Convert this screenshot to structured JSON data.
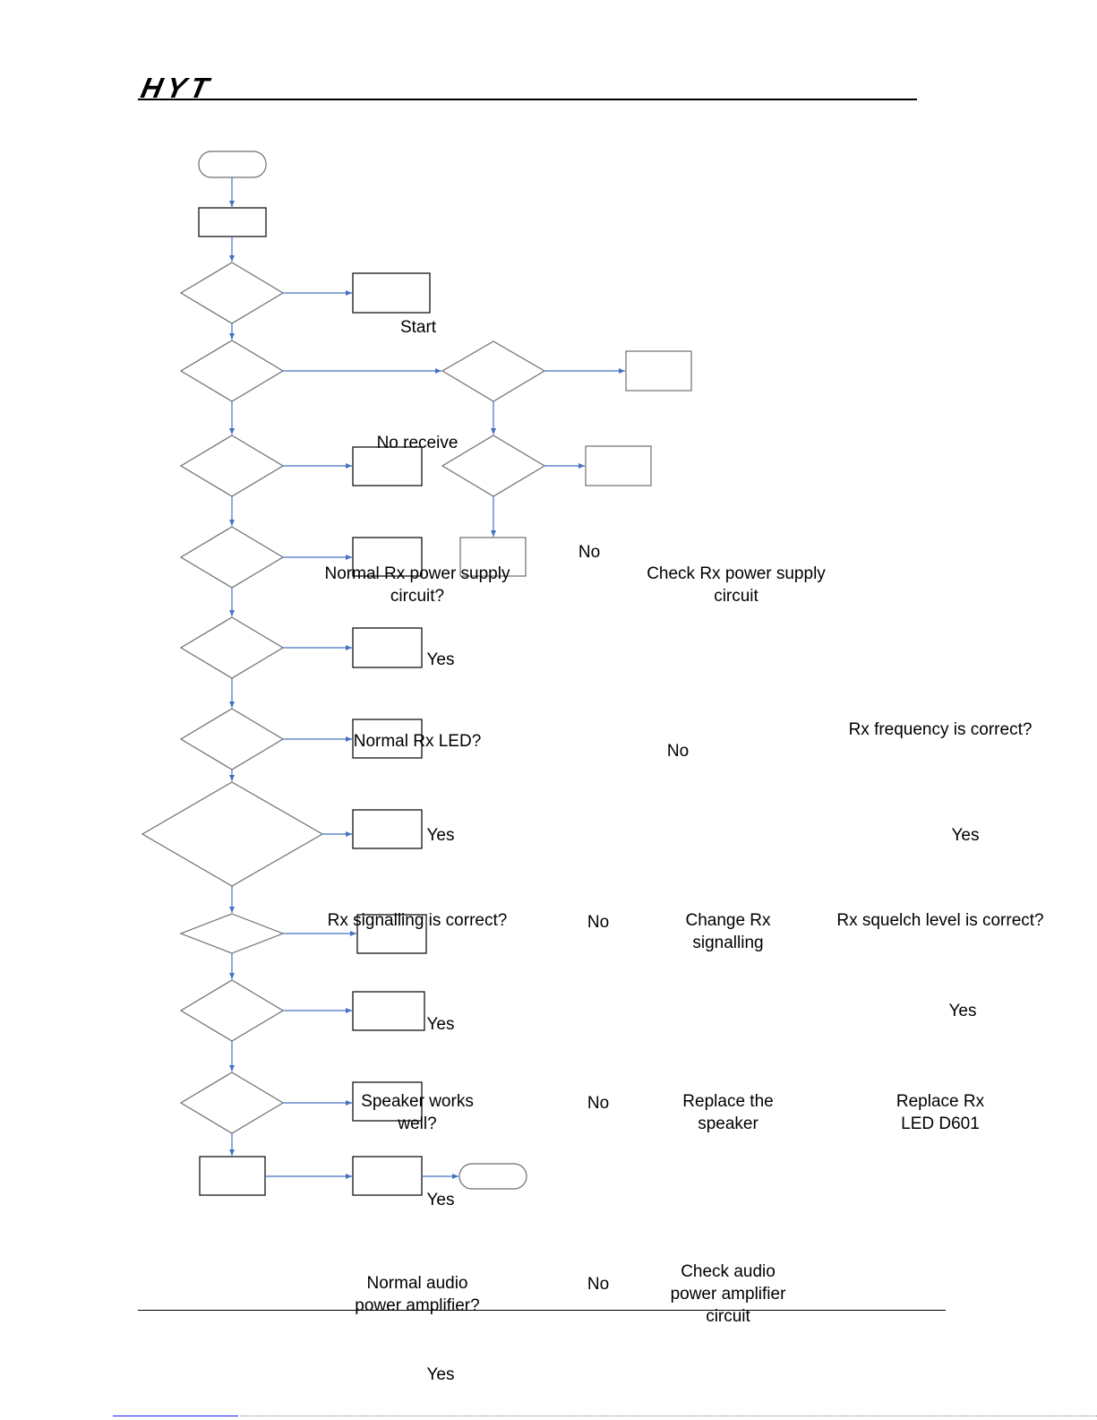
{
  "header": {
    "logo_text": "HYT"
  },
  "flowchart": {
    "labels": {
      "start": "Start",
      "no_receive": "No receive",
      "rx_power_q": "Normal Rx power supply circuit?",
      "no_1": "No",
      "check_rx_power": "Check Rx power supply circuit",
      "yes_1": "Yes",
      "rx_led_q": "Normal Rx LED?",
      "no_2": "No",
      "rx_freq_q": "Rx frequency is correct?",
      "yes_2": "Yes",
      "yes_3": "Yes",
      "rx_signalling_q": "Rx signalling is correct?",
      "no_3": "No",
      "change_rx_signalling": "Change Rx signalling",
      "rx_squelch_q": "Rx squelch level is correct?",
      "yes_4": "Yes",
      "yes_5": "Yes",
      "speaker_q": "Speaker works well?",
      "no_4": "No",
      "replace_speaker": "Replace the speaker",
      "replace_led": "Replace Rx LED D601",
      "yes_6": "Yes",
      "audio_amp_q": "Normal audio power amplifier?",
      "no_5": "No",
      "check_audio_amp": "Check audio power amplifier circuit",
      "yes_7": "Yes"
    }
  },
  "colors": {
    "connector": "#4472c4",
    "shape_stroke": "#6e6e6e",
    "text": "#000000"
  }
}
